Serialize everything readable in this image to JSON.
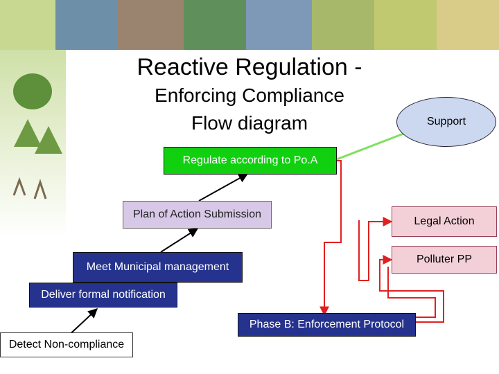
{
  "title": {
    "line1": "Reactive Regulation -",
    "line2": "Enforcing Compliance",
    "line3": "Flow diagram"
  },
  "nodes": {
    "support": "Support",
    "regulate": "Regulate according to Po.A",
    "plan": "Plan of Action Submission",
    "meet": "Meet Municipal management",
    "deliver": "Deliver formal notification",
    "detect": "Detect Non-compliance",
    "legal": "Legal Action",
    "polluter": "Polluter PP",
    "phase_b": "Phase B: Enforcement Protocol"
  },
  "colors": {
    "banner": "#7fa84a",
    "regulate_fill": "#10d010",
    "plan_fill": "#d8c8e8",
    "navy_fill": "#25338e",
    "legal_fill": "#f3d0d8",
    "support_fill": "#ccd8f0",
    "connector_red": "#e02020",
    "connector_green": "#80e060"
  }
}
